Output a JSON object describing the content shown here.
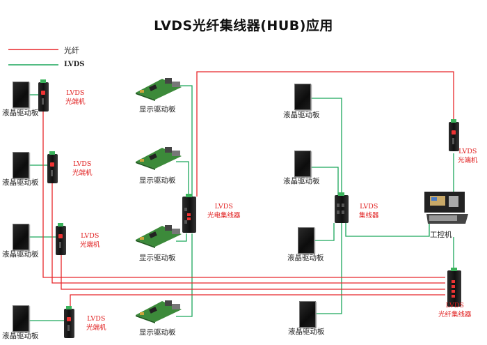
{
  "title": "LVDS光纤集线器(HUB)应用",
  "legend": [
    {
      "label": "光纤",
      "color": "#e8262a"
    },
    {
      "label": "LVDS",
      "color": "#1aa65a"
    }
  ],
  "colors": {
    "fiber": "#e8262a",
    "lvds": "#1aa65a",
    "label_red": "#e01b1b"
  },
  "left_column": [
    {
      "lcd_label": "液晶驱动板",
      "converter_label": [
        "LVDS",
        "光端机"
      ]
    },
    {
      "lcd_label": "液晶驱动板",
      "converter_label": [
        "LVDS",
        "光端机"
      ]
    },
    {
      "lcd_label": "液晶驱动板",
      "converter_label": [
        "LVDS",
        "光端机"
      ]
    },
    {
      "lcd_label": "液晶驱动板",
      "converter_label": [
        "LVDS",
        "光端机"
      ]
    }
  ],
  "display_boards": [
    "显示驱动板",
    "显示驱动板",
    "显示驱动板",
    "显示驱动板"
  ],
  "opto_hub_label": [
    "LVDS",
    "光电集线器"
  ],
  "lvds_hub_label": [
    "LVDS",
    "集线器"
  ],
  "right_lcds": [
    "液晶驱动板",
    "液晶驱动板",
    "液晶驱动板",
    "液晶驱动板"
  ],
  "right_converter_label": [
    "LVDS",
    "光端机"
  ],
  "ipc_label": "工控机",
  "fiber_hub_label": [
    "LVDS",
    "光纤集线器"
  ]
}
